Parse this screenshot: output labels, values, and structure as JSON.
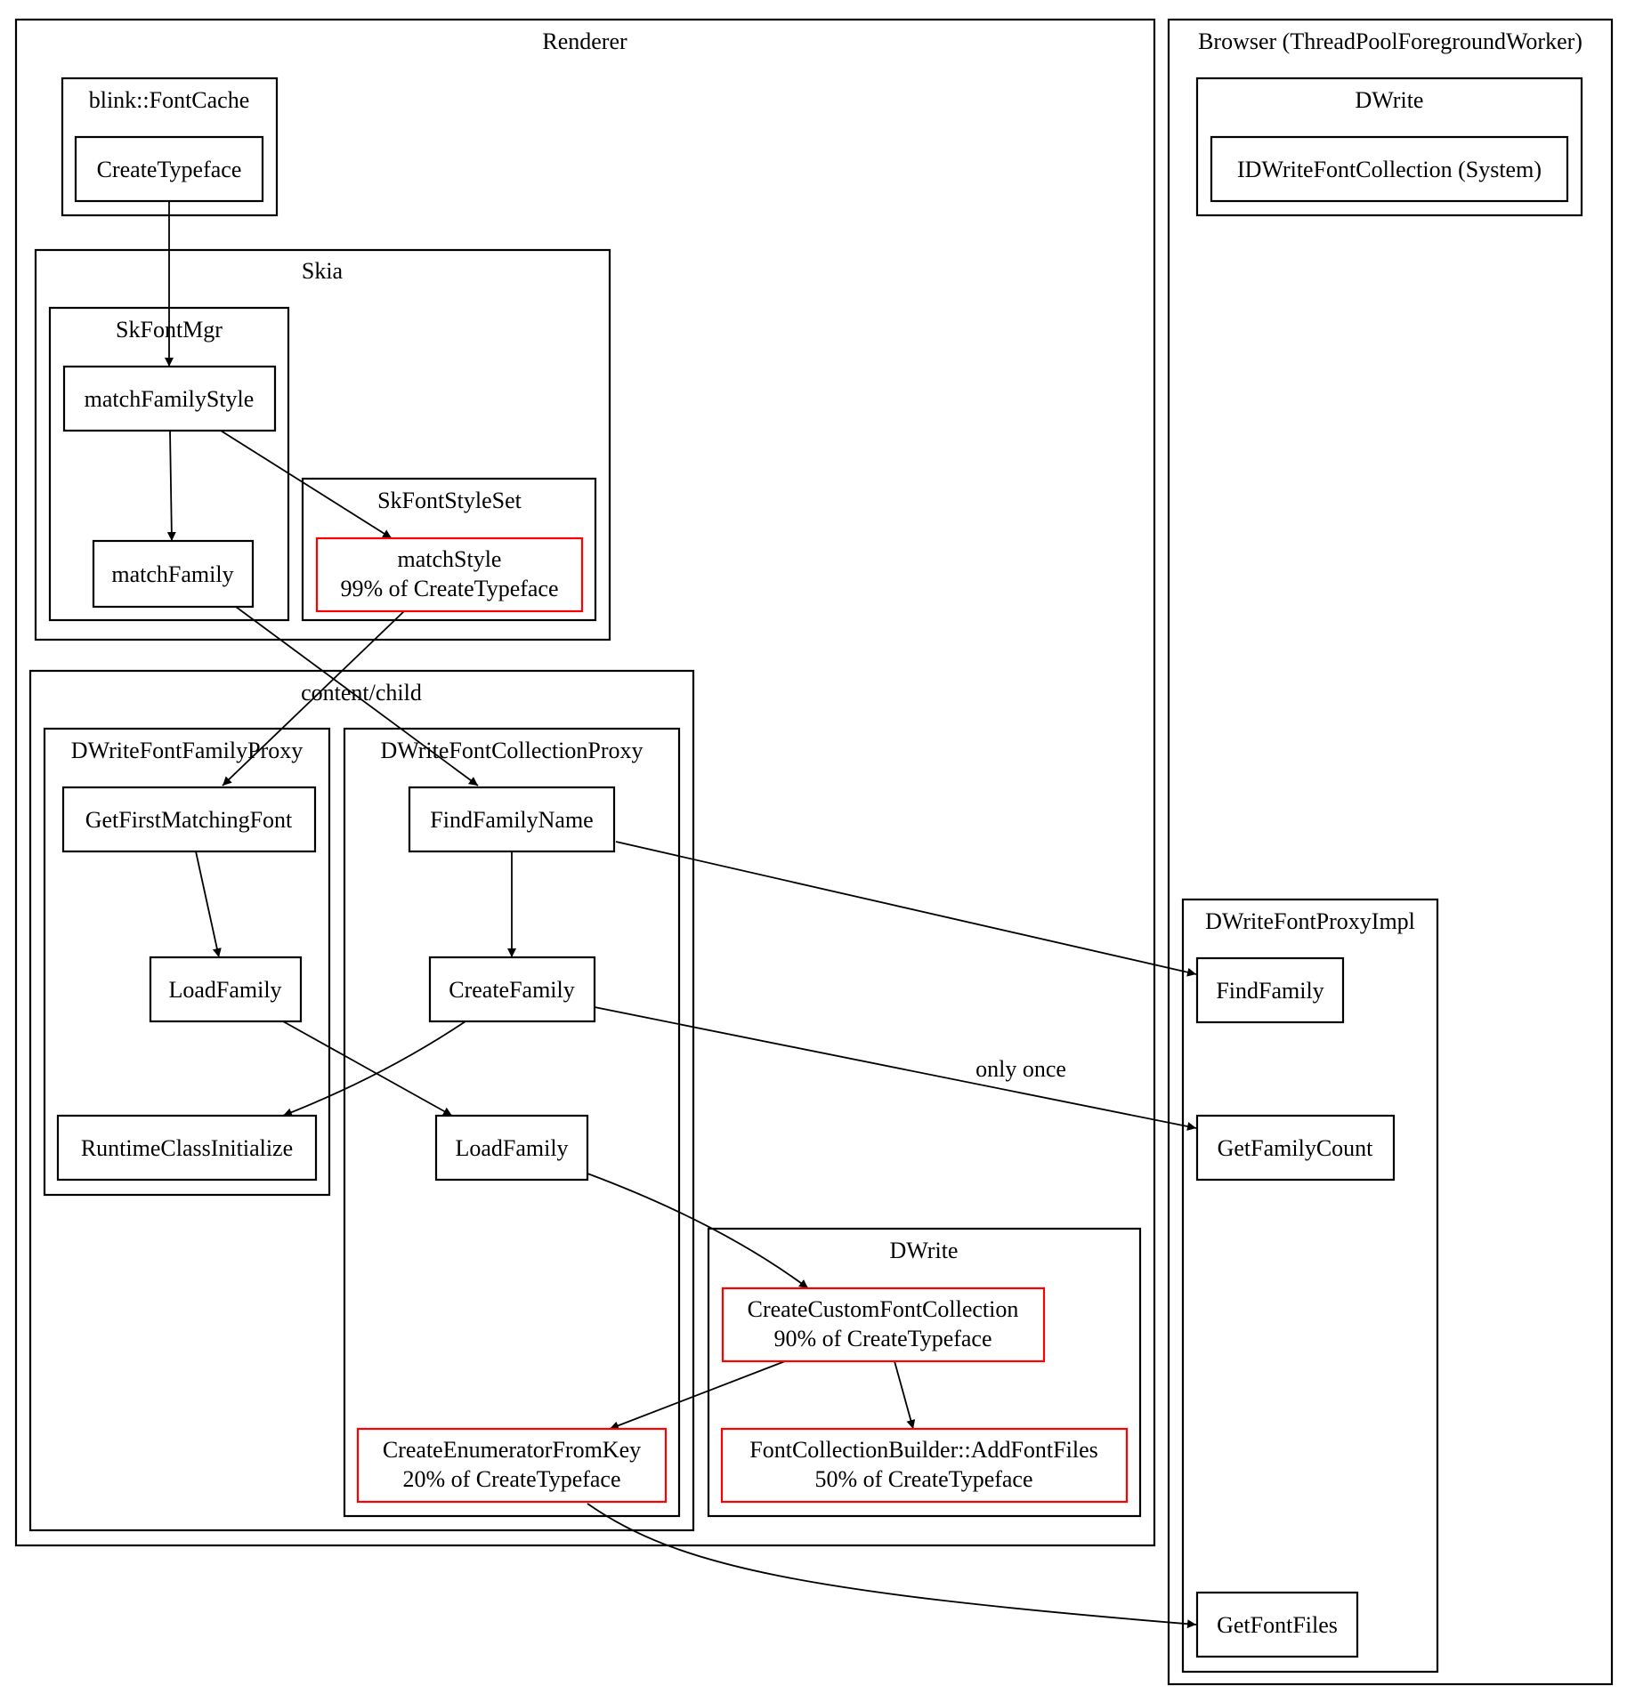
{
  "colors": {
    "line": "#000000",
    "highlight": "#ff0000",
    "background": "#ffffff"
  },
  "clusters": {
    "renderer": "Renderer",
    "blink_fontcache": "blink::FontCache",
    "skia": "Skia",
    "skfontmgr": "SkFontMgr",
    "skfontstyleset": "SkFontStyleSet",
    "content_child": "content/child",
    "dwrite_family_proxy": "DWriteFontFamilyProxy",
    "dwrite_collection_proxy": "DWriteFontCollectionProxy",
    "renderer_dwrite": "DWrite",
    "browser": "Browser (ThreadPoolForegroundWorker)",
    "browser_dwrite": "DWrite",
    "proxy_impl": "DWriteFontProxyImpl"
  },
  "nodes": {
    "create_typeface": {
      "label": "CreateTypeface",
      "highlight": false
    },
    "match_family_style": {
      "label": "matchFamilyStyle",
      "highlight": false
    },
    "match_family": {
      "label": "matchFamily",
      "highlight": false
    },
    "match_style": {
      "label": "matchStyle",
      "note": "99% of CreateTypeface",
      "highlight": true
    },
    "get_first_matching_font": {
      "label": "GetFirstMatchingFont",
      "highlight": false
    },
    "family_load_family": {
      "label": "LoadFamily",
      "highlight": false
    },
    "runtime_class_initialize": {
      "label": "RuntimeClassInitialize",
      "highlight": false
    },
    "find_family_name": {
      "label": "FindFamilyName",
      "highlight": false
    },
    "create_family": {
      "label": "CreateFamily",
      "highlight": false
    },
    "collection_load_family": {
      "label": "LoadFamily",
      "highlight": false
    },
    "create_enumerator_from_key": {
      "label": "CreateEnumeratorFromKey",
      "note": "20% of CreateTypeface",
      "highlight": true
    },
    "create_custom_font_collection": {
      "label": "CreateCustomFontCollection",
      "note": "90% of CreateTypeface",
      "highlight": true
    },
    "add_font_files": {
      "label": "FontCollectionBuilder::AddFontFiles",
      "note": "50% of CreateTypeface",
      "highlight": true
    },
    "system_collection": {
      "label": "IDWriteFontCollection (System)",
      "highlight": false
    },
    "find_family": {
      "label": "FindFamily",
      "highlight": false
    },
    "get_family_count": {
      "label": "GetFamilyCount",
      "highlight": false
    },
    "get_font_files": {
      "label": "GetFontFiles",
      "highlight": false
    }
  },
  "edges": {
    "create_family_to_get_family_count": {
      "label": "only once"
    }
  }
}
